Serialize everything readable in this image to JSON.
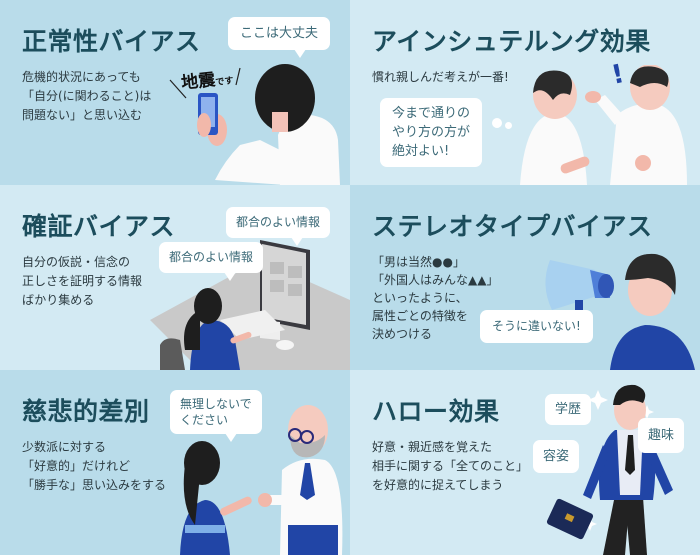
{
  "panels": [
    {
      "title": "正常性バイアス",
      "desc": [
        "危機的状況にあっても",
        "「自分(に関わること)は",
        "問題ない」と思い込む"
      ],
      "bubbles": [
        "ここは大丈夫"
      ],
      "caption_big": "地震",
      "caption_small": "です"
    },
    {
      "title": "アインシュテルング効果",
      "desc": [
        "慣れ親しんだ考えが一番!"
      ],
      "bubbles": [
        "今まで通りの",
        "やり方の方が",
        "絶対よい!"
      ],
      "exclaim": "!"
    },
    {
      "title": "確証バイアス",
      "desc": [
        "自分の仮説・信念の",
        "正しさを証明する情報",
        "ばかり集める"
      ],
      "bubbles": [
        "都合のよい情報",
        "都合のよい情報"
      ]
    },
    {
      "title": "ステレオタイプバイアス",
      "desc": [
        "「男は当然●●」",
        "「外国人はみんな▲▲」",
        "といったように、",
        "属性ごとの特徴を",
        "決めつける"
      ],
      "bubbles": [
        "そうに違いない!"
      ]
    },
    {
      "title": "慈悲的差別",
      "desc": [
        "少数派に対する",
        "「好意的」だけれど",
        "「勝手な」思い込みをする"
      ],
      "bubbles": [
        "無理しないで",
        "ください"
      ]
    },
    {
      "title": "ハロー効果",
      "desc": [
        "好意・親近感を覚えた",
        "相手に関する「全てのこと」",
        "を好意的に捉えてしまう"
      ],
      "bubbles": [
        "学歴",
        "趣味",
        "容姿"
      ]
    }
  ],
  "colors": {
    "panel_dark": "#b9dcea",
    "panel_light": "#d3eaf3",
    "title": "#1c4d5c",
    "bubble_text": "#3c6a78",
    "accent_blue": "#2145a6"
  }
}
